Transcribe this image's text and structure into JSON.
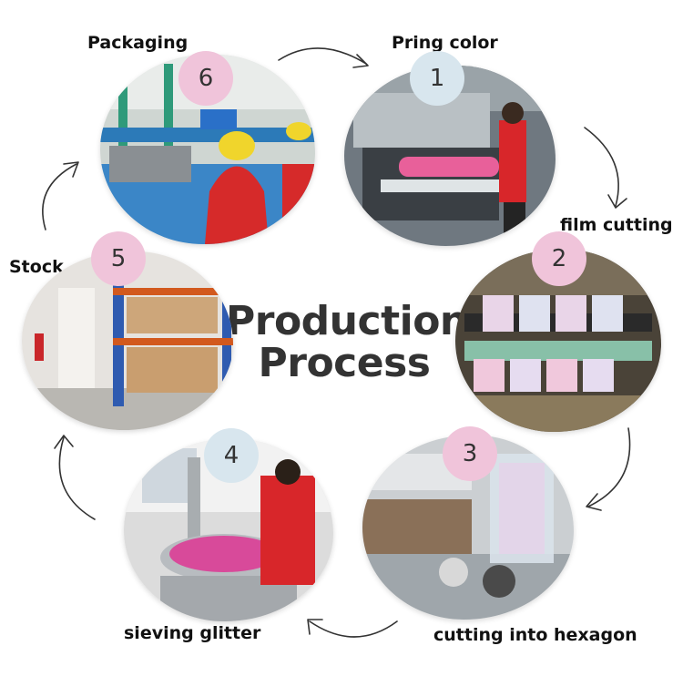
{
  "title": {
    "line1": "Production",
    "line2": "Process"
  },
  "steps": [
    {
      "number": "1",
      "label": "Pring color",
      "badge_color": "#d8e6ee"
    },
    {
      "number": "2",
      "label": "film cutting",
      "badge_color": "#f0c4da"
    },
    {
      "number": "3",
      "label": "cutting into hexagon",
      "badge_color": "#f0c4da"
    },
    {
      "number": "4",
      "label": "sieving glitter",
      "badge_color": "#d8e6ee"
    },
    {
      "number": "5",
      "label": "Stock",
      "badge_color": "#f0c4da"
    },
    {
      "number": "6",
      "label": "Packaging",
      "badge_color": "#f0c4da"
    }
  ],
  "colors": {
    "arrow": "#333333",
    "title": "#333333"
  }
}
